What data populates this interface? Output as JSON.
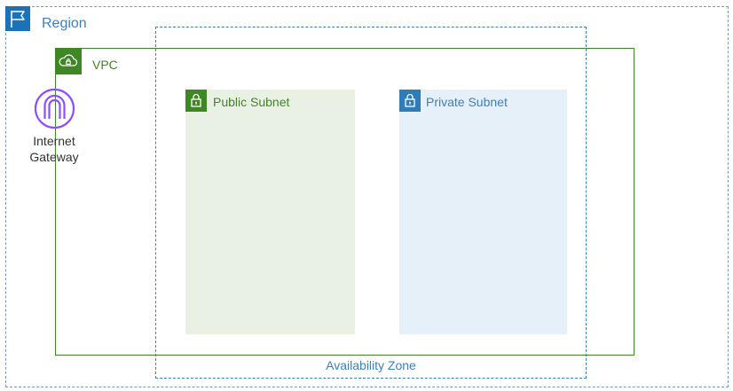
{
  "region": {
    "label": "Region",
    "icon": "flag-icon",
    "color": "#1a73b8"
  },
  "availability_zone": {
    "label": "Availability Zone",
    "color": "#3b7fc4"
  },
  "vpc": {
    "label": "VPC",
    "icon": "cloud-lock-icon",
    "color": "#3f8624"
  },
  "public_subnet": {
    "label": "Public Subnet",
    "icon": "lock-icon",
    "color": "#3f8624",
    "fill": "#e9f1e4"
  },
  "private_subnet": {
    "label": "Private Subnet",
    "icon": "lock-icon",
    "color": "#2e7cb8",
    "fill": "#e5f0f8"
  },
  "internet_gateway": {
    "label_line1": "Internet",
    "label_line2": "Gateway",
    "icon": "internet-gateway-icon",
    "color": "#8c4fff"
  }
}
